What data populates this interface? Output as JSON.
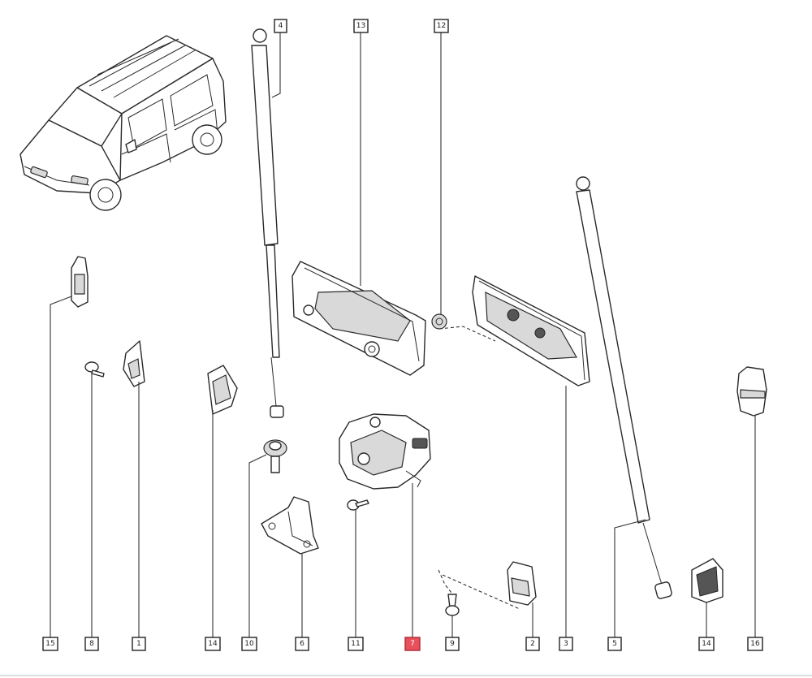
{
  "diagram": {
    "callouts": [
      {
        "id": "c4",
        "label": "4"
      },
      {
        "id": "c13",
        "label": "13"
      },
      {
        "id": "c12",
        "label": "12"
      },
      {
        "id": "c15",
        "label": "15"
      },
      {
        "id": "c8",
        "label": "8"
      },
      {
        "id": "c1",
        "label": "1"
      },
      {
        "id": "c14a",
        "label": "14"
      },
      {
        "id": "c10",
        "label": "10"
      },
      {
        "id": "c6",
        "label": "6"
      },
      {
        "id": "c11",
        "label": "11"
      },
      {
        "id": "c7",
        "label": "7",
        "highlighted": true
      },
      {
        "id": "c9",
        "label": "9"
      },
      {
        "id": "c2",
        "label": "2"
      },
      {
        "id": "c3",
        "label": "3"
      },
      {
        "id": "c5",
        "label": "5"
      },
      {
        "id": "c14b",
        "label": "14"
      },
      {
        "id": "c16",
        "label": "16"
      }
    ],
    "colors": {
      "highlight": "#e8505b",
      "line": "#2a2a2a",
      "background": "#ffffff"
    },
    "icons": [
      "van-illustration",
      "gas-strut-icon",
      "handle-bracket-icon",
      "lock-mechanism-icon",
      "clip-icon",
      "screw-icon",
      "bracket-icon"
    ]
  }
}
